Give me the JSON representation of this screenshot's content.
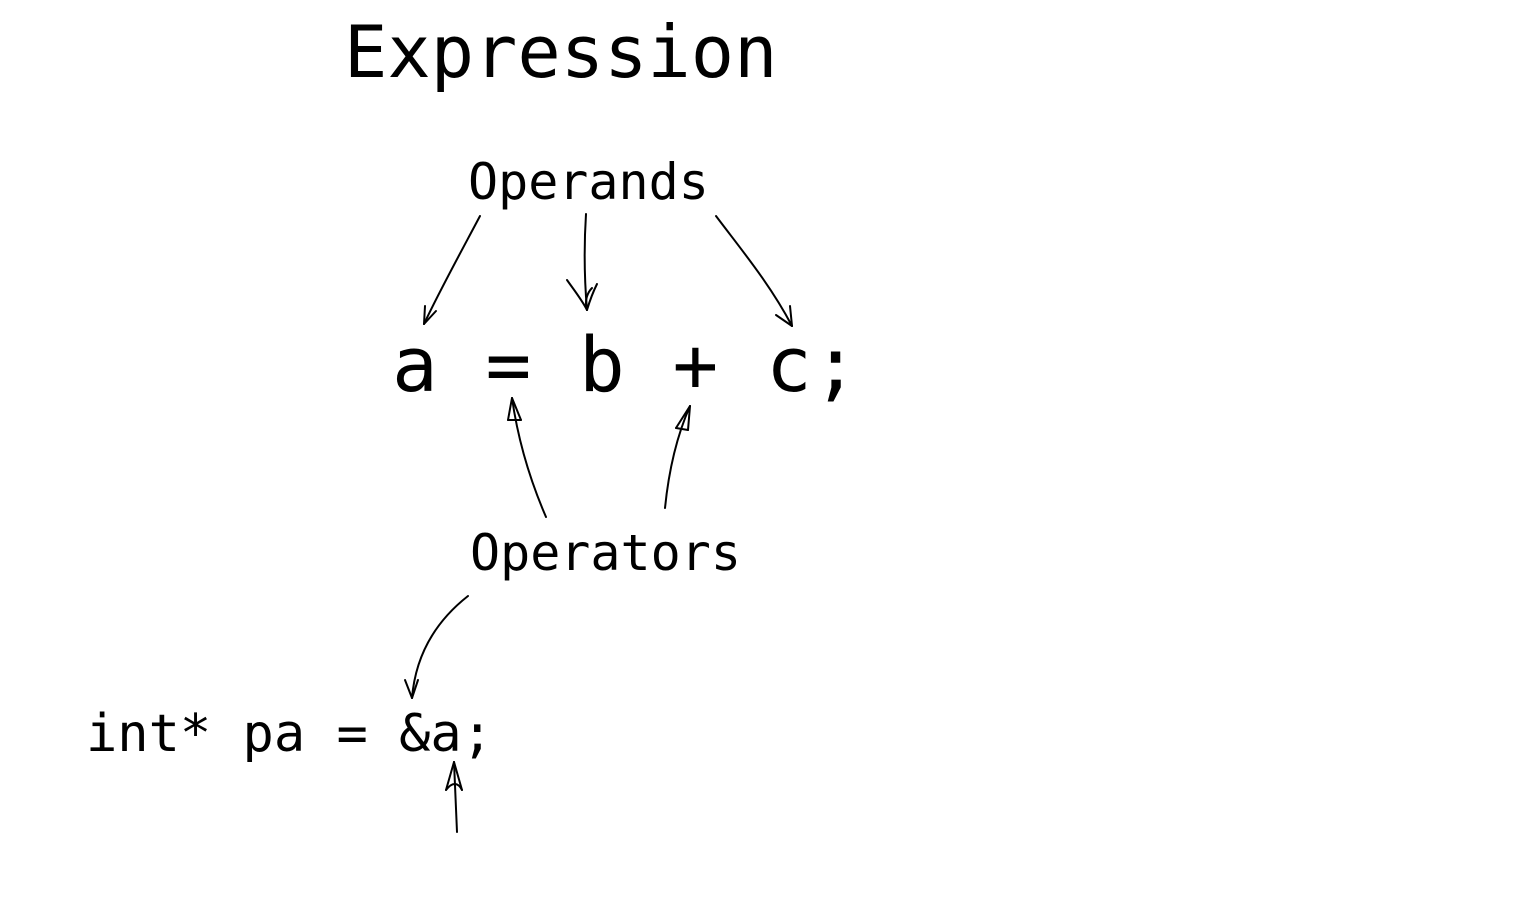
{
  "title": "Expression",
  "labels": {
    "operands": "Operands",
    "operators": "Operators"
  },
  "code": {
    "expression": "a = b + c;",
    "pointer_declaration": "int* pa = &a;"
  },
  "colors": {
    "background": "#ffffff",
    "ink": "#000000"
  }
}
